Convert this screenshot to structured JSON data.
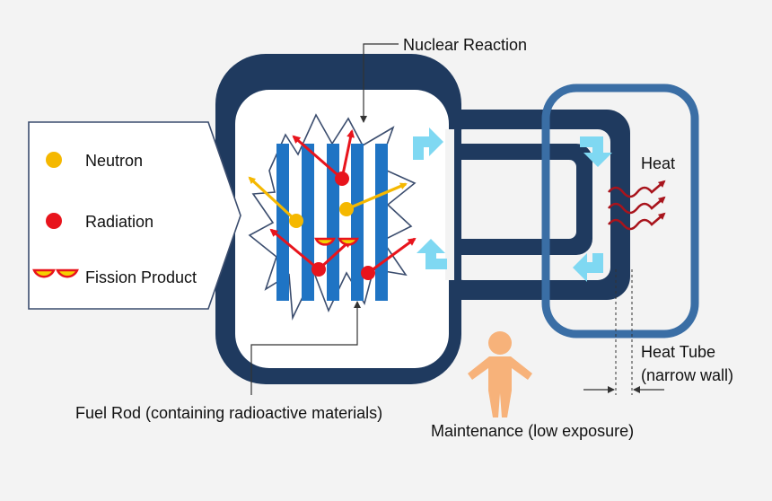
{
  "diagram": {
    "labels": {
      "nuclear_reaction": "Nuclear Reaction",
      "heat": "Heat",
      "heat_tube_line1": "Heat Tube",
      "heat_tube_line2": "(narrow wall)",
      "fuel_rod": "Fuel Rod (containing radioactive materials)",
      "maintenance": "Maintenance (low exposure)"
    },
    "legend": {
      "neutron": "Neutron",
      "radiation": "Radiation",
      "fission_product": "Fission Product"
    },
    "colors": {
      "background": "#f3f3f3",
      "vessel": "#1f3a5f",
      "heat_tube": "#3a6ea5",
      "fuel_rod": "#1f74c4",
      "neutron": "#f5b800",
      "radiation": "#e8141c",
      "coolant_arrow": "#7fd8f2",
      "heat_wave": "#a8141c",
      "person": "#f7b27a"
    }
  }
}
